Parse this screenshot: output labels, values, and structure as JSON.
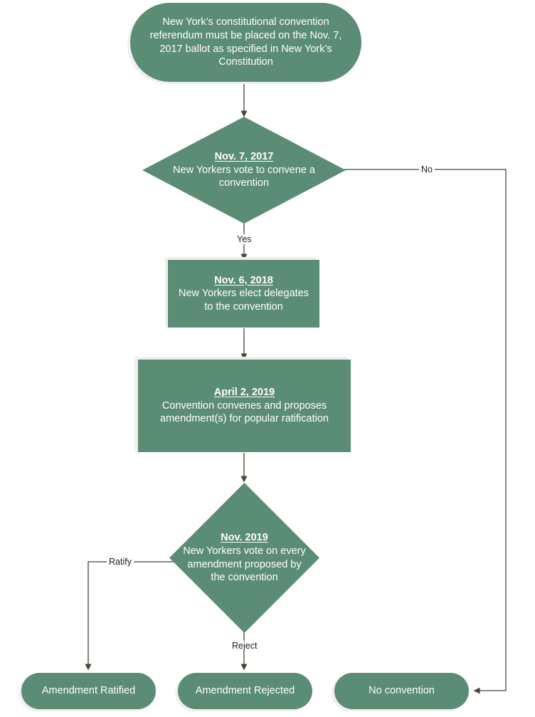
{
  "diagram": {
    "title": "New York constitutional convention referendum flowchart",
    "colors": {
      "node_fill": "#5b8c75",
      "node_text": "#ffffff",
      "connector": "#4a4434",
      "shadow": "#efefef",
      "background": "#ffffff"
    },
    "nodes": [
      {
        "id": "start",
        "shape": "pill",
        "heading": "",
        "body": "New York’s constitutional convention referendum must be placed on the Nov. 7, 2017 ballot as specified in New York’s Constitution"
      },
      {
        "id": "vote-convene",
        "shape": "diamond",
        "heading": "Nov. 7, 2017",
        "body": "New Yorkers vote to convene a convention"
      },
      {
        "id": "elect-delegates",
        "shape": "rect",
        "heading": "Nov. 6, 2018",
        "body": "New Yorkers elect delegates to the convention"
      },
      {
        "id": "convention-convenes",
        "shape": "rect",
        "heading": "April 2, 2019",
        "body": "Convention convenes and proposes amendment(s) for popular ratification"
      },
      {
        "id": "vote-amendments",
        "shape": "diamond",
        "heading": "Nov. 2019",
        "body": "New Yorkers vote on every amendment proposed by the convention"
      },
      {
        "id": "amendment-ratified",
        "shape": "pill",
        "heading": "",
        "body": "Amendment Ratified"
      },
      {
        "id": "amendment-rejected",
        "shape": "pill",
        "heading": "",
        "body": "Amendment Rejected"
      },
      {
        "id": "no-convention",
        "shape": "pill",
        "heading": "",
        "body": "No convention"
      }
    ],
    "edge_labels": {
      "no": "No",
      "yes": "Yes",
      "ratify": "Ratify",
      "reject": "Reject"
    }
  }
}
